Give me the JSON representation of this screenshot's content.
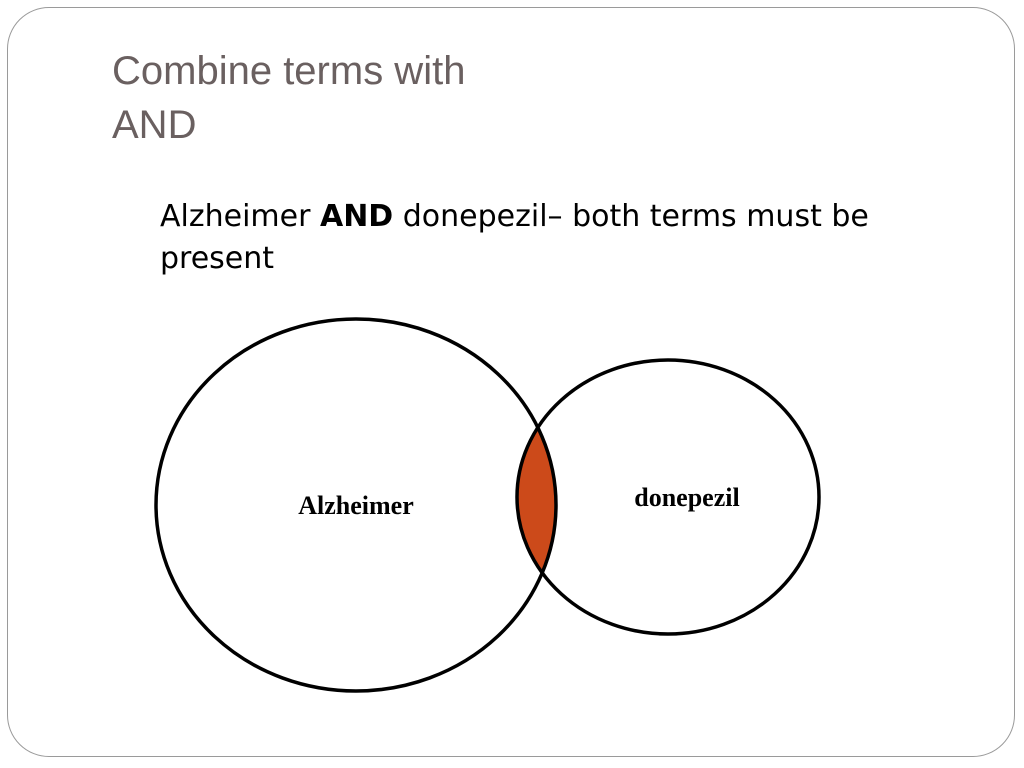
{
  "slide": {
    "title_line1": "Combine terms with",
    "title_line2": "AND",
    "body": {
      "term1": "Alzheimer",
      "operator": "AND",
      "term2_and_rest": "donepezil– both terms must be present"
    }
  },
  "venn": {
    "left_set_label": "Alzheimer",
    "right_set_label": "donepezil",
    "intersection_color": "#CC4A1A",
    "outline_color": "#000000"
  }
}
